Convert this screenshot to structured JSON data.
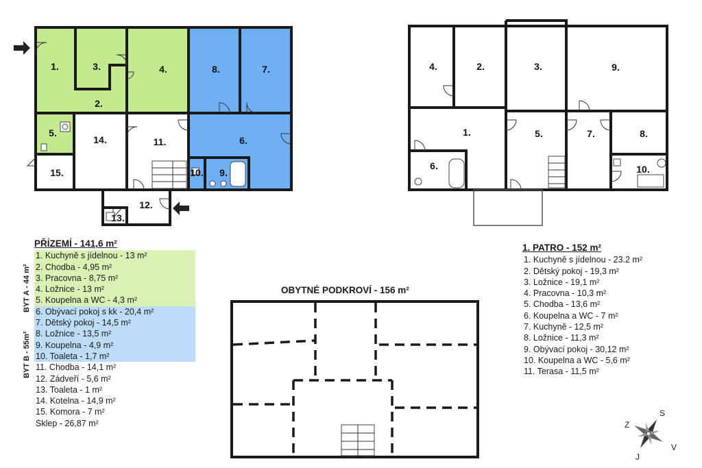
{
  "ground_floor": {
    "title": "PŘÍZEMÍ - 141,6 m²",
    "apartment_a_label": "BYT A - 44 m²",
    "apartment_b_label": "BYT B - 55m²",
    "room_numbers": [
      "1.",
      "2.",
      "3.",
      "4.",
      "5.",
      "6.",
      "7.",
      "8.",
      "9.",
      "10.",
      "11.",
      "12.",
      "13.",
      "14.",
      "15."
    ],
    "rooms": [
      "1. Kuchyně s jídelnou - 13 m²",
      "2. Chodba - 4,95 m²",
      "3. Pracovna - 8,75 m²",
      "4. Ložnice - 13 m²",
      "5. Koupelna a WC - 4,3 m²",
      "6. Obývací pokoj s kk - 20,4 m²",
      "7. Dětský pokoj - 14,5 m²",
      "8. Ložnice - 13,5 m²",
      "9. Koupelna - 4,9 m²",
      "10. Toaleta - 1,7 m²",
      "11. Chodba - 14,1 m²",
      "12. Zádveří - 5,6 m²",
      "13. Toaleta - 1 m²",
      "14. Kotelna - 14,9 m²",
      "15. Komora - 7 m²",
      "Sklep - 26,87 m²"
    ]
  },
  "first_floor": {
    "title": "1. PATRO - 152 m²",
    "room_numbers": [
      "1.",
      "2.",
      "3.",
      "4.",
      "5.",
      "6.",
      "7.",
      "8.",
      "9.",
      "10."
    ],
    "rooms": [
      "1. Kuchyně s jídelnou - 23.2 m²",
      "2. Dětský pokoj - 19,3 m²",
      "3. Ložnice - 19,1 m²",
      "4. Pracovna - 10,3 m²",
      "5. Chodba - 13,6 m²",
      "6. Koupelna a WC - 7 m²",
      "7. Kuchyně - 12,5 m²",
      "8. Ložnice - 11,3 m²",
      "9. Obývací pokoj - 30,12 m²",
      "10. Koupelna a WC - 5,6 m²",
      "11. Terasa - 11,5 m²"
    ]
  },
  "attic": {
    "title": "OBYTNÉ PODKROVÍ - 156 m²"
  },
  "compass": {
    "n": "S",
    "s": "J",
    "e": "V",
    "w": "Z"
  },
  "colors": {
    "apartment_a": "#d9f2b4",
    "apartment_b": "#bcdcf8",
    "apartment_a_plan": "#c4ea8f",
    "apartment_b_plan": "#6eb0f3"
  },
  "icons": [
    "entrance-arrow-icon",
    "compass-rose-icon",
    "door-swing-icon",
    "stairs-icon"
  ]
}
